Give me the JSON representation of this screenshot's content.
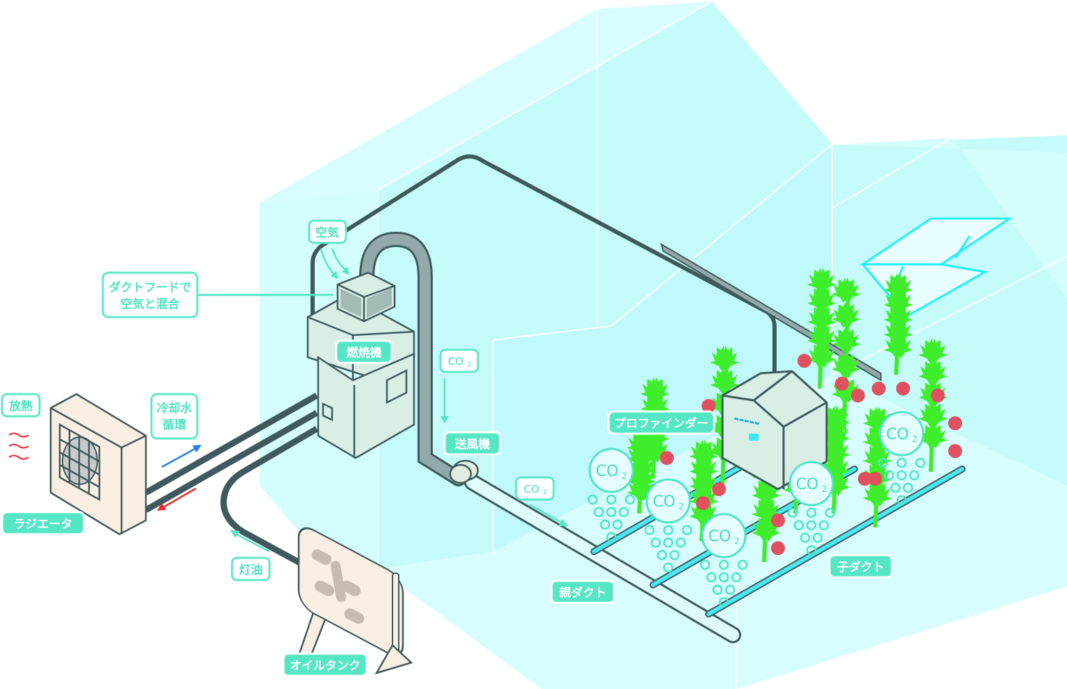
{
  "title": "Greenhouse CO2 supply system",
  "labels": {
    "air": "空気",
    "duct_hood": [
      "ダクトフードで",
      "空気と混合"
    ],
    "burner": "燃焼機",
    "co2_vertical": "CO",
    "co2_diag": "CO",
    "co2_subscript": "2",
    "blower": "送風機",
    "heat_release": "放熱",
    "coolant": [
      "冷却水",
      "循環"
    ],
    "radiator": "ラジエータ",
    "kerosene": "灯油",
    "oil_tank": "オイルタンク",
    "main_duct": "親ダクト",
    "sub_duct": "子ダクト",
    "profinder": "プロファインダー"
  },
  "co2_bubbles": [
    {
      "label": "CO",
      "sub": "2"
    },
    {
      "label": "CO",
      "sub": "2"
    },
    {
      "label": "CO",
      "sub": "2"
    },
    {
      "label": "CO",
      "sub": "2"
    },
    {
      "label": "CO",
      "sub": "2"
    }
  ],
  "colors": {
    "accent": "#55e6c6",
    "greenhouse": "#c6fbfc",
    "pipe_dark": "#3f5a5c",
    "duct_cyan": "#4ae8f3",
    "tomato": "#e0505e",
    "leaf": "#3fee2b",
    "heat_arrow": "#f0262c",
    "cool_arrow": "#1f7fe6"
  }
}
